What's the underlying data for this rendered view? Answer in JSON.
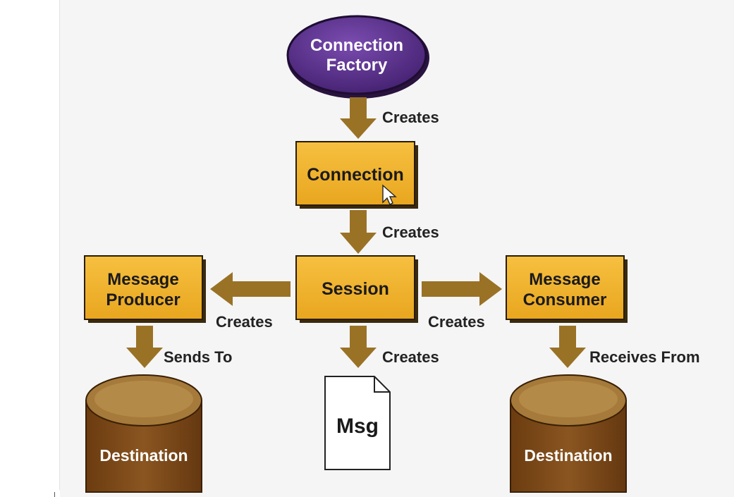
{
  "diagram": {
    "nodes": {
      "connection_factory": {
        "label_line1": "Connection",
        "label_line2": "Factory"
      },
      "connection": {
        "label": "Connection"
      },
      "session": {
        "label": "Session"
      },
      "message_producer": {
        "label_line1": "Message",
        "label_line2": "Producer"
      },
      "message_consumer": {
        "label_line1": "Message",
        "label_line2": "Consumer"
      },
      "destination_left": {
        "label": "Destination"
      },
      "destination_right": {
        "label": "Destination"
      },
      "msg": {
        "label": "Msg"
      }
    },
    "edges": {
      "factory_to_connection": "Creates",
      "connection_to_session": "Creates",
      "session_to_producer": "Creates",
      "session_to_consumer": "Creates",
      "session_to_msg": "Creates",
      "producer_to_destination": "Sends To",
      "consumer_to_destination": "Receives From"
    }
  },
  "colors": {
    "factory_fill": "#5a2d8c",
    "box_fill": "#f0b42c",
    "arrow": "#9a7226",
    "cylinder_body": "#7e4a17",
    "cylinder_top": "#a57a3a"
  }
}
